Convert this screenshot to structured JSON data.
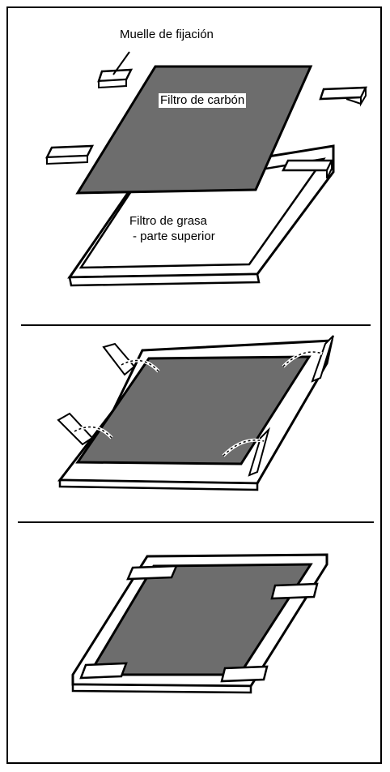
{
  "labels": {
    "spring": "Muelle de fijación",
    "carbon": "Filtro de carbón",
    "grease_line1": "Filtro de grasa",
    "grease_line2": "- parte superior"
  },
  "colors": {
    "filter_fill": "#6d6d6d",
    "frame_fill": "#ffffff",
    "stroke": "#000000",
    "clip_fill": "#ffffff"
  },
  "steps": [
    "exploded-view",
    "springs-attached",
    "assembled"
  ]
}
